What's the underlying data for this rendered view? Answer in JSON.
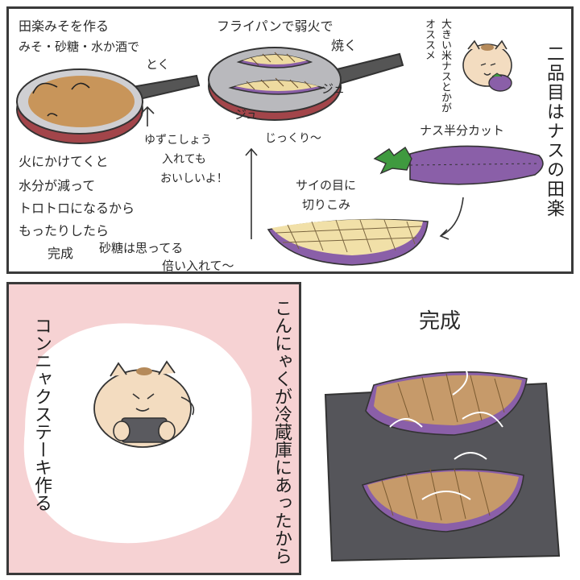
{
  "top": {
    "vertical_title": "二品目はナスの田楽",
    "miso_heading": "田楽みそを作る",
    "miso_ingredients": "みそ・砂糖・水か酒で",
    "miso_dissolve": "とく",
    "yuzu_line1": "ゆずこしょう",
    "yuzu_line2": "入れても",
    "yuzu_line3": "おいしいよ！",
    "heat_line1": "火にかけてくと",
    "heat_line2": "水分が減って",
    "heat_line3": "トロトロになるから",
    "heat_line4": "もったりしたら",
    "heat_line5": "完成",
    "sugar_note1": "砂糖は思ってる",
    "sugar_note2": "倍い入れて～",
    "pan_heading1": "フライパンで弱火で",
    "pan_heading2": "焼く",
    "sizzle1": "ジュ",
    "sizzle2": "ジュ",
    "slowly": "じっくり～",
    "recommend_line1": "大きい米ナスとかが",
    "recommend_line2": "オススメ",
    "cut_label": "ナス半分カット",
    "score_label1": "サイの目に",
    "score_label2": "切りこみ"
  },
  "bottom_left": {
    "vertical_text1": "こんにゃくが冷蔵庫にあったから",
    "vertical_text2": "コンニャクステーキ作る"
  },
  "bottom_right": {
    "done_label": "完成"
  }
}
